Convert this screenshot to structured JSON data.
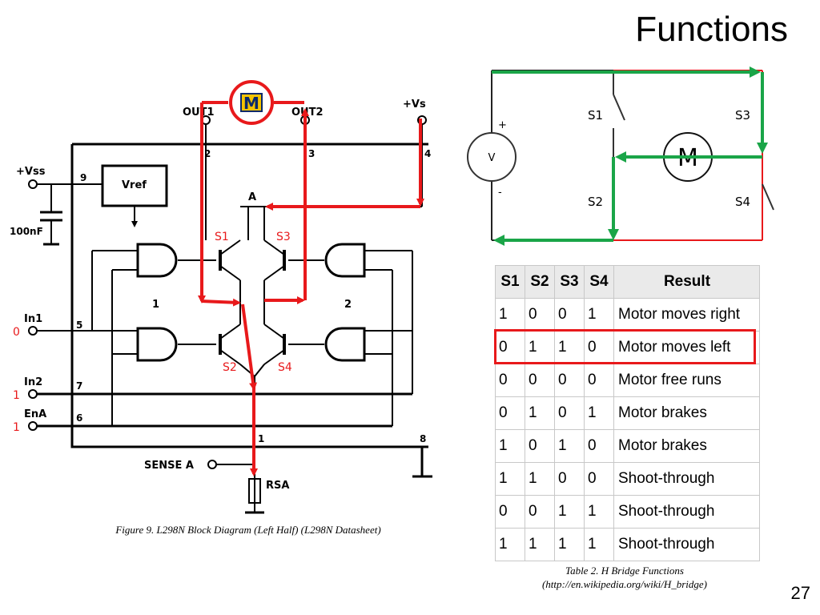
{
  "slide": {
    "title": "Functions",
    "page_number": "27"
  },
  "colors": {
    "current_path_red": "#e8191b",
    "current_path_green": "#1aa548",
    "schematic_line": "#000000",
    "circuit_gray": "#333333",
    "logo_gold": "#f5c400",
    "logo_blue": "#0b2a6b"
  },
  "left_figure": {
    "caption": "Figure 9. L298N Block Diagram (Left Half) (L298N Datasheet)",
    "labels": {
      "out1": "OUT1",
      "out2": "OUT2",
      "vs": "+Vs",
      "vss": "+Vss",
      "vref": "Vref",
      "cap": "100nF",
      "in1": "In1",
      "in2": "In2",
      "ena": "EnA",
      "sense": "SENSE A",
      "rsa": "RSA",
      "node_a": "A",
      "gate1": "1",
      "gate2": "2",
      "pin1": "1",
      "pin2": "2",
      "pin3": "3",
      "pin4": "4",
      "pin5": "5",
      "pin6": "6",
      "pin7": "7",
      "pin8": "8",
      "pin9": "9",
      "motor_logo": "M"
    },
    "switch_labels": {
      "s1": "S1",
      "s2": "S2",
      "s3": "S3",
      "s4": "S4"
    },
    "input_values": {
      "in1": "0",
      "in2": "1",
      "ena": "1"
    }
  },
  "right_figure": {
    "source_symbol": "V",
    "plus": "+",
    "minus": "-",
    "motor": "M",
    "switch_labels": {
      "s1": "S1",
      "s2": "S2",
      "s3": "S3",
      "s4": "S4"
    }
  },
  "table": {
    "caption_line1": "Table 2. H Bridge Functions",
    "caption_line2": "(http://en.wikipedia.org/wiki/H_bridge)",
    "headers": [
      "S1",
      "S2",
      "S3",
      "S4",
      "Result"
    ],
    "rows": [
      [
        "1",
        "0",
        "0",
        "1",
        "Motor moves right"
      ],
      [
        "0",
        "1",
        "1",
        "0",
        "Motor moves left"
      ],
      [
        "0",
        "0",
        "0",
        "0",
        "Motor free runs"
      ],
      [
        "0",
        "1",
        "0",
        "1",
        "Motor brakes"
      ],
      [
        "1",
        "0",
        "1",
        "0",
        "Motor brakes"
      ],
      [
        "1",
        "1",
        "0",
        "0",
        "Shoot-through"
      ],
      [
        "0",
        "0",
        "1",
        "1",
        "Shoot-through"
      ],
      [
        "1",
        "1",
        "1",
        "1",
        "Shoot-through"
      ]
    ],
    "highlighted_row": 1
  }
}
